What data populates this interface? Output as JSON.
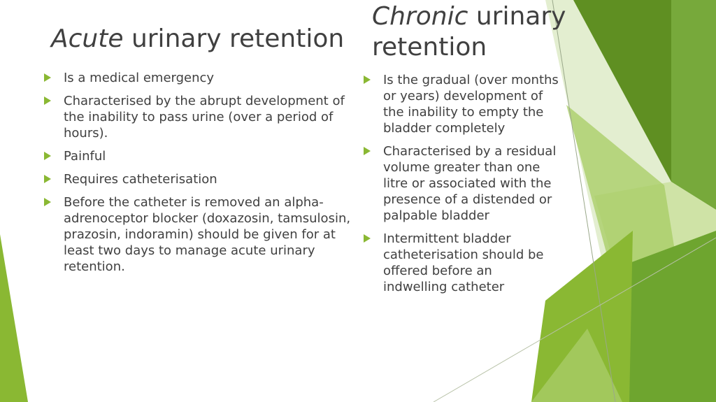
{
  "left_column": {
    "title_italic": "Acute",
    "title_rest": " urinary retention",
    "bullets": [
      "Is a medical emergency",
      "Characterised by the abrupt development of the inability to pass urine (over a period of hours).",
      "Painful",
      "Requires catheterisation",
      "Before the catheter is removed an alpha-adrenoceptor blocker (doxazosin, tamsulosin, prazosin, indoramin) should be given for at least two days to manage acute urinary retention."
    ]
  },
  "right_column": {
    "title_italic": "Chronic",
    "title_rest": " urinary retention",
    "bullets": [
      "Is the gradual (over months or years) development of the inability to empty the bladder completely",
      "Characterised by a residual volume greater than one litre or associated with the presence of a distended or palpable bladder",
      "Intermittent bladder catheterisation should be offered before an indwelling catheter"
    ]
  },
  "colors": {
    "accent": "#8ab833",
    "text": "#404040",
    "green_dark": "#5f8f22",
    "green_light": "#cfe3a6"
  }
}
